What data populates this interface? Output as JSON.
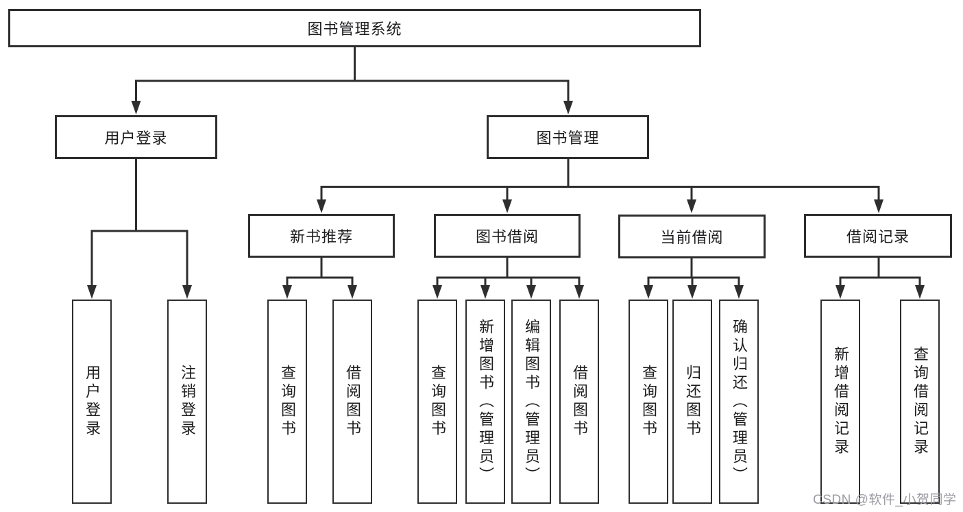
{
  "diagram": {
    "root": "图书管理系统",
    "branches": [
      {
        "label": "用户登录",
        "leaves": [
          "用户登录",
          "注销登录"
        ]
      },
      {
        "label": "图书管理",
        "sections": [
          {
            "label": "新书推荐",
            "leaves": [
              "查询图书",
              "借阅图书"
            ]
          },
          {
            "label": "图书借阅",
            "leaves": [
              "查询图书",
              "新增图书（管理员）",
              "编辑图书（管理员）",
              "借阅图书"
            ]
          },
          {
            "label": "当前借阅",
            "leaves": [
              "查询图书",
              "归还图书",
              "确认归还（管理员）"
            ]
          },
          {
            "label": "借阅记录",
            "leaves": [
              "新增借阅记录",
              "查询借阅记录"
            ]
          }
        ]
      }
    ]
  },
  "watermark": "CSDN @软件_小贺同学",
  "colors": {
    "line": "#2e2e2e",
    "box_border": "#2e2e2e",
    "text": "#1d1d1f",
    "watermark": "#9b9ba3",
    "background": "#ffffff"
  }
}
